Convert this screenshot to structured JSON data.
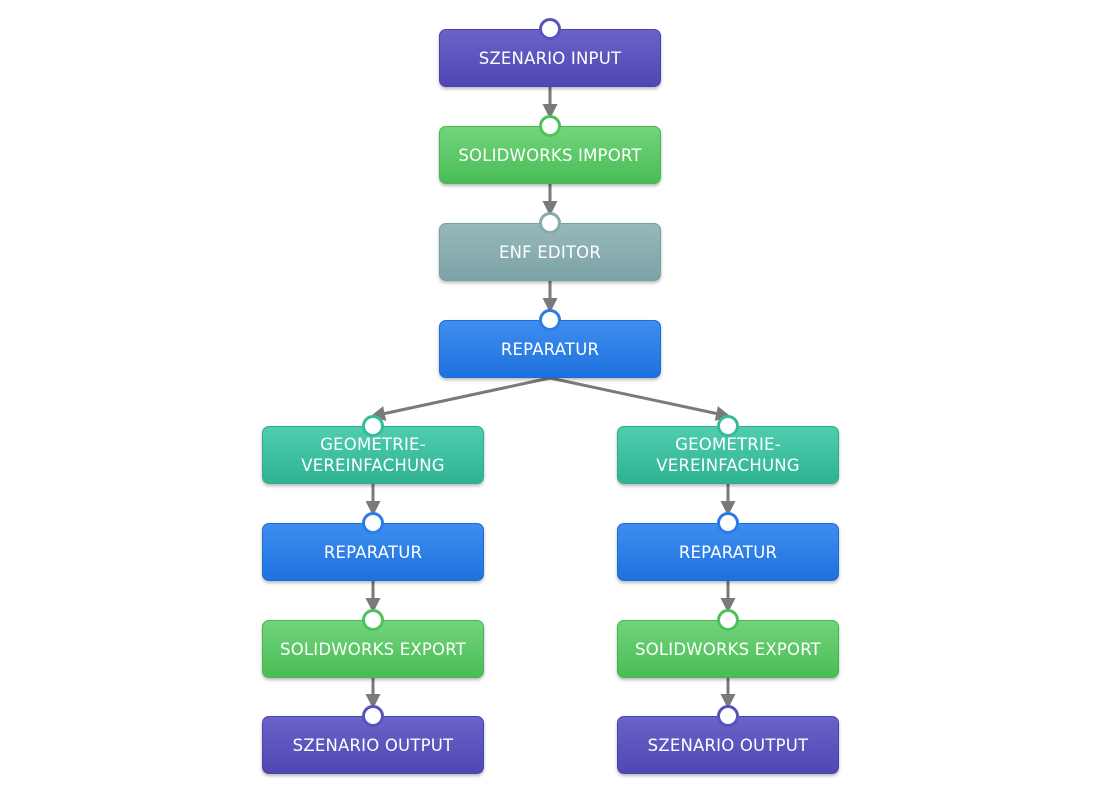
{
  "nodes": {
    "scenario_input": {
      "label": "SZENARIO INPUT",
      "type": "scenario"
    },
    "solidworks_import": {
      "label": "SOLIDWORKS IMPORT",
      "type": "solidworks"
    },
    "enf_editor": {
      "label": "ENF EDITOR",
      "type": "enf"
    },
    "repair_main": {
      "label": "REPARATUR",
      "type": "repair"
    },
    "geometry_left": {
      "label": "GEOMETRIE-\nVEREINFACHUNG",
      "type": "geometry"
    },
    "repair_left": {
      "label": "REPARATUR",
      "type": "repair"
    },
    "export_left": {
      "label": "SOLIDWORKS EXPORT",
      "type": "solidworks"
    },
    "output_left": {
      "label": "SZENARIO OUTPUT",
      "type": "scenario"
    },
    "geometry_right": {
      "label": "GEOMETRIE-\nVEREINFACHUNG",
      "type": "geometry"
    },
    "repair_right": {
      "label": "REPARATUR",
      "type": "repair"
    },
    "export_right": {
      "label": "SOLIDWORKS EXPORT",
      "type": "solidworks"
    },
    "output_right": {
      "label": "SZENARIO OUTPUT",
      "type": "scenario"
    }
  },
  "edges": [
    [
      "scenario_input",
      "solidworks_import"
    ],
    [
      "solidworks_import",
      "enf_editor"
    ],
    [
      "enf_editor",
      "repair_main"
    ],
    [
      "repair_main",
      "geometry_left"
    ],
    [
      "repair_main",
      "geometry_right"
    ],
    [
      "geometry_left",
      "repair_left"
    ],
    [
      "repair_left",
      "export_left"
    ],
    [
      "export_left",
      "output_left"
    ],
    [
      "geometry_right",
      "repair_right"
    ],
    [
      "repair_right",
      "export_right"
    ],
    [
      "export_right",
      "output_right"
    ]
  ],
  "colors": {
    "scenario": "#5a52bd",
    "solidworks": "#52c25d",
    "enf": "#8aacb0",
    "repair": "#2b7be6",
    "geometry": "#3bbf9f",
    "edge": "#7a7a7a"
  }
}
